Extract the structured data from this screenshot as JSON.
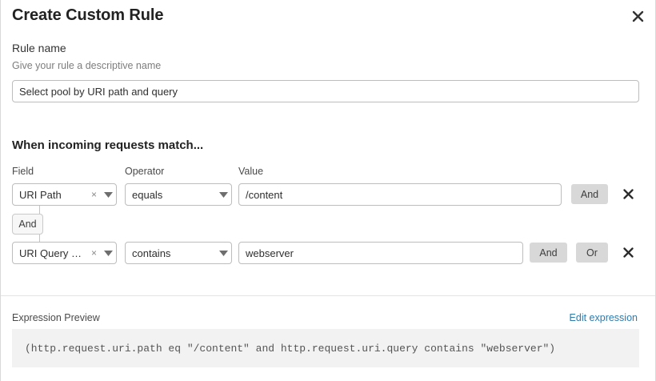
{
  "dialog": {
    "title": "Create Custom Rule",
    "close_icon": "close-icon"
  },
  "rule_name": {
    "label": "Rule name",
    "hint": "Give your rule a descriptive name",
    "value": "Select pool by URI path and query",
    "placeholder": ""
  },
  "conditions": {
    "heading": "When incoming requests match...",
    "columns": {
      "field": "Field",
      "operator": "Operator",
      "value": "Value"
    },
    "connector_label": "And",
    "rows": [
      {
        "field": "URI Path",
        "operator": "equals",
        "value": "/content",
        "clear_icon": "×",
        "buttons": [
          "And"
        ],
        "delete_icon": "delete-icon"
      },
      {
        "field": "URI Query St...",
        "operator": "contains",
        "value": "webserver",
        "clear_icon": "×",
        "buttons": [
          "And",
          "Or"
        ],
        "delete_icon": "delete-icon"
      }
    ]
  },
  "expression": {
    "label": "Expression Preview",
    "edit_link": "Edit expression",
    "text": "(http.request.uri.path eq \"/content\" and http.request.uri.query contains \"webserver\")"
  },
  "colors": {
    "link": "#2c7cb0",
    "button_bg": "#d8d8d8",
    "preview_bg": "#f2f2f2"
  }
}
